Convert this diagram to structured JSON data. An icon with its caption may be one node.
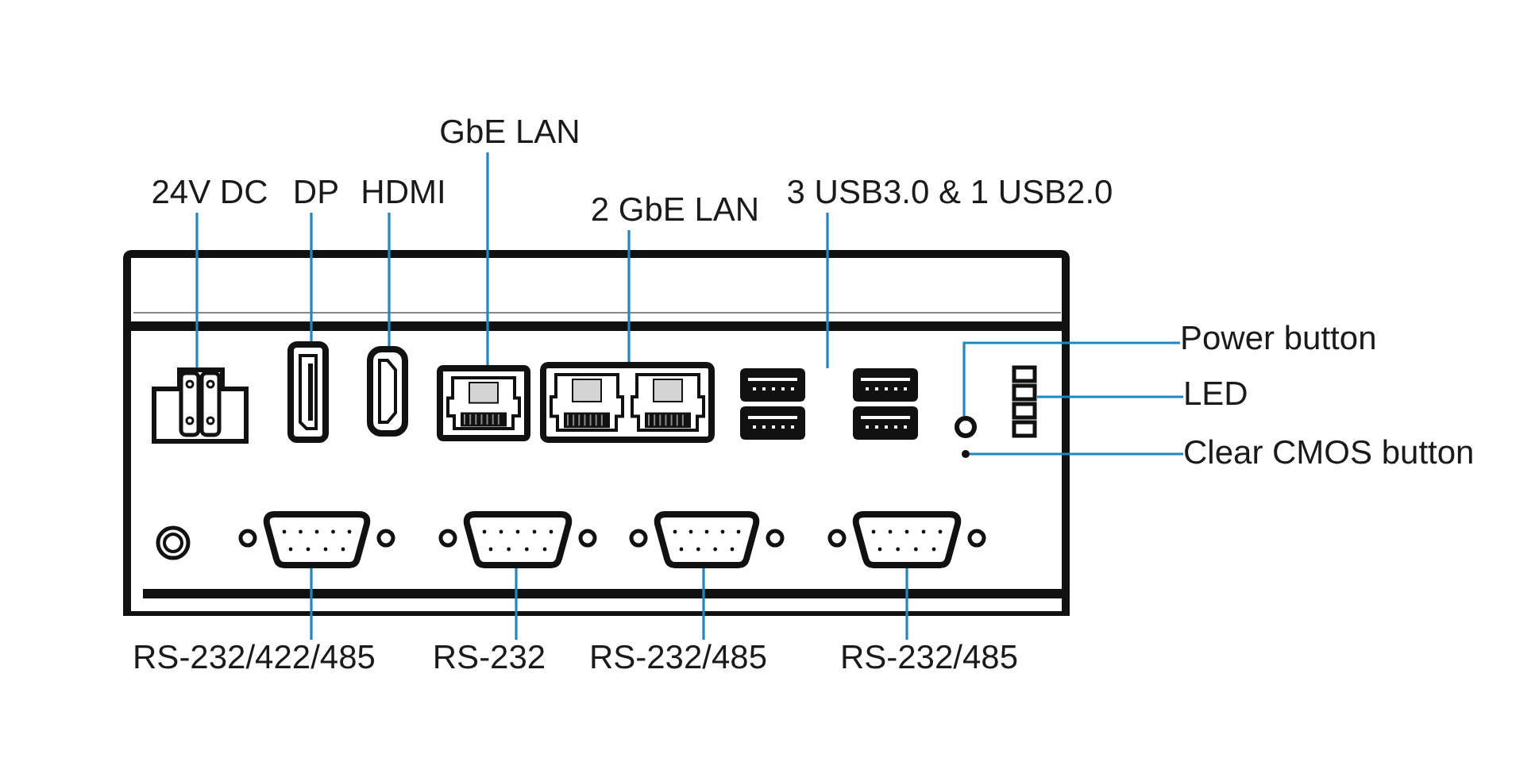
{
  "diagram": {
    "nodes": [
      {
        "text": [
          "24V DC"
        ]
      },
      {
        "text": [
          "DP"
        ]
      },
      {
        "text": [
          "HDMI"
        ]
      },
      {
        "text": [
          "GbE LAN"
        ]
      },
      {
        "text": [
          "2 GbE LAN"
        ]
      },
      {
        "text": [
          "3 USB3.0 & 1 USB2.0"
        ]
      },
      {
        "text": [],
        "shape": "picture"
      },
      {
        "text": [],
        "shape": "picture"
      },
      {
        "text": [],
        "shape": "picture"
      },
      {
        "text": [],
        "shape": "picture"
      },
      {
        "text": [],
        "shape": "picture"
      },
      {
        "text": [],
        "shape": "picture"
      },
      {
        "text": [
          "Power button"
        ]
      },
      {
        "text": [
          "LED"
        ]
      },
      {
        "text": [
          "Clear CMOS button"
        ]
      },
      {
        "text": [],
        "shape": "circle"
      },
      {
        "text": [],
        "shape": "picture"
      },
      {
        "text": [],
        "shape": "circle"
      },
      {
        "text": [],
        "shape": "picture"
      },
      {
        "text": [],
        "shape": "picture"
      },
      {
        "text": [],
        "shape": "picture"
      },
      {
        "text": [],
        "shape": "picture"
      },
      {
        "text": [
          "RS-232/422/485"
        ]
      },
      {
        "text": [
          "RS-232"
        ]
      },
      {
        "text": [
          "RS-232/485"
        ]
      },
      {
        "text": [
          "RS-232/485"
        ]
      }
    ],
    "edges": [
      {
        "from": 0,
        "to": 6,
        "arrow": "none"
      },
      {
        "from": 1,
        "to": 7,
        "arrow": "none"
      },
      {
        "from": 2,
        "to": 8,
        "arrow": "none"
      },
      {
        "from": 3,
        "to": 9,
        "arrow": "none"
      },
      {
        "from": 4,
        "to": 10,
        "arrow": "none"
      },
      {
        "from": 5,
        "to": 11,
        "arrow": "none"
      },
      {
        "from": 12,
        "to": 15,
        "arrow": "none"
      },
      {
        "from": 13,
        "to": 16,
        "arrow": "none"
      },
      {
        "from": 14,
        "to": 17,
        "arrow": "none"
      },
      {
        "from": 22,
        "to": 18,
        "arrow": "none"
      },
      {
        "from": 23,
        "to": 19,
        "arrow": "none"
      },
      {
        "from": 24,
        "to": 20,
        "arrow": "none"
      },
      {
        "from": 25,
        "to": 21,
        "arrow": "none"
      }
    ]
  }
}
